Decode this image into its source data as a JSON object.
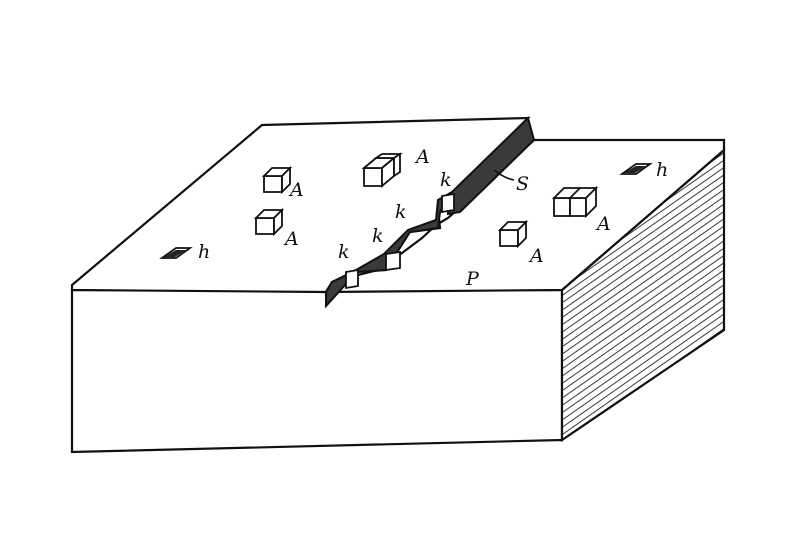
{
  "labels": {
    "adatom": "A",
    "kink": "k",
    "hole": "h",
    "step": "S",
    "terrace": "P"
  },
  "colors": {
    "line": "#111111",
    "fill": "#ffffff",
    "step_face": "#3a3a3a"
  }
}
